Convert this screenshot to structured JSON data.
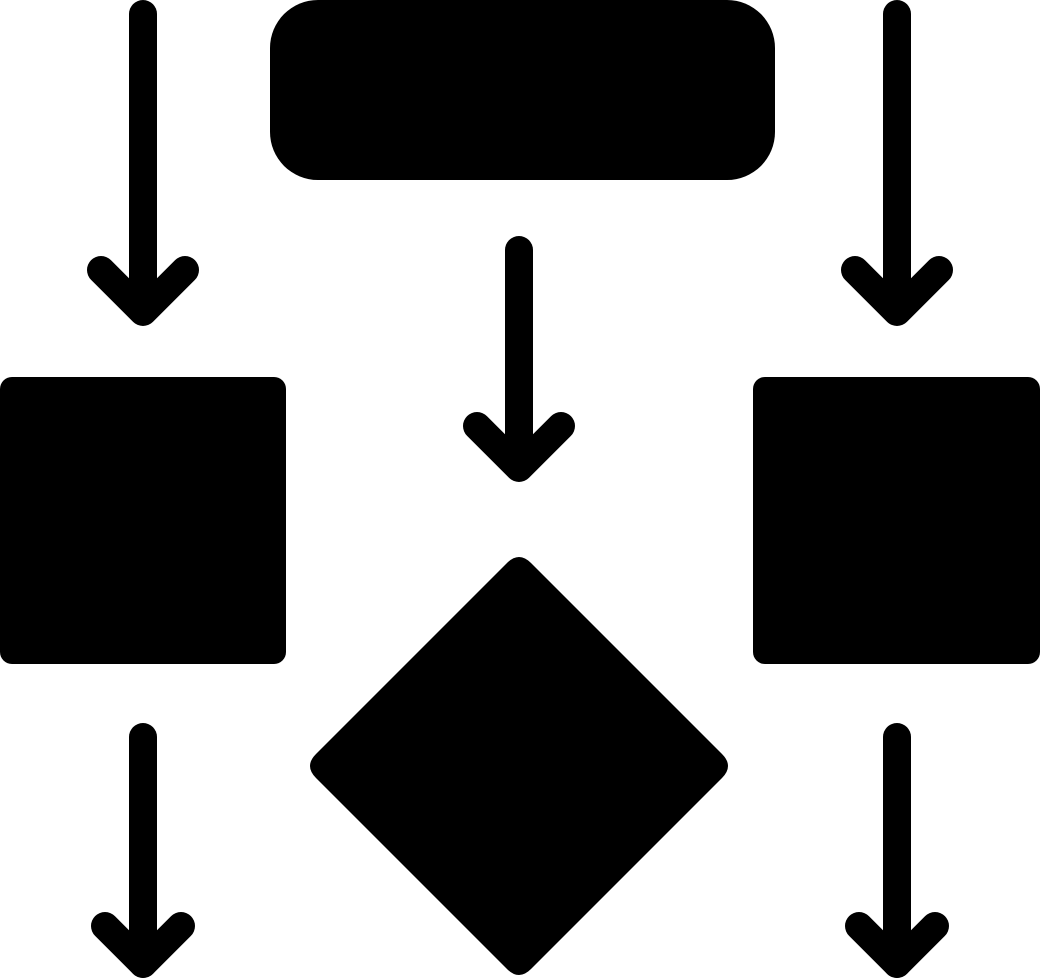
{
  "icon": {
    "name": "flowchart-icon",
    "color": "#000000",
    "background": "#ffffff"
  },
  "shapes": [
    {
      "name": "terminator-shape",
      "kind": "rounded-rectangle"
    },
    {
      "name": "process-box-left",
      "kind": "square"
    },
    {
      "name": "process-box-right",
      "kind": "square"
    },
    {
      "name": "decision-diamond",
      "kind": "diamond"
    }
  ],
  "arrows": [
    {
      "name": "arrow-top-left",
      "direction": "down"
    },
    {
      "name": "arrow-top-right",
      "direction": "down"
    },
    {
      "name": "arrow-center",
      "direction": "down"
    },
    {
      "name": "arrow-bottom-left",
      "direction": "down"
    },
    {
      "name": "arrow-bottom-right",
      "direction": "down"
    }
  ]
}
